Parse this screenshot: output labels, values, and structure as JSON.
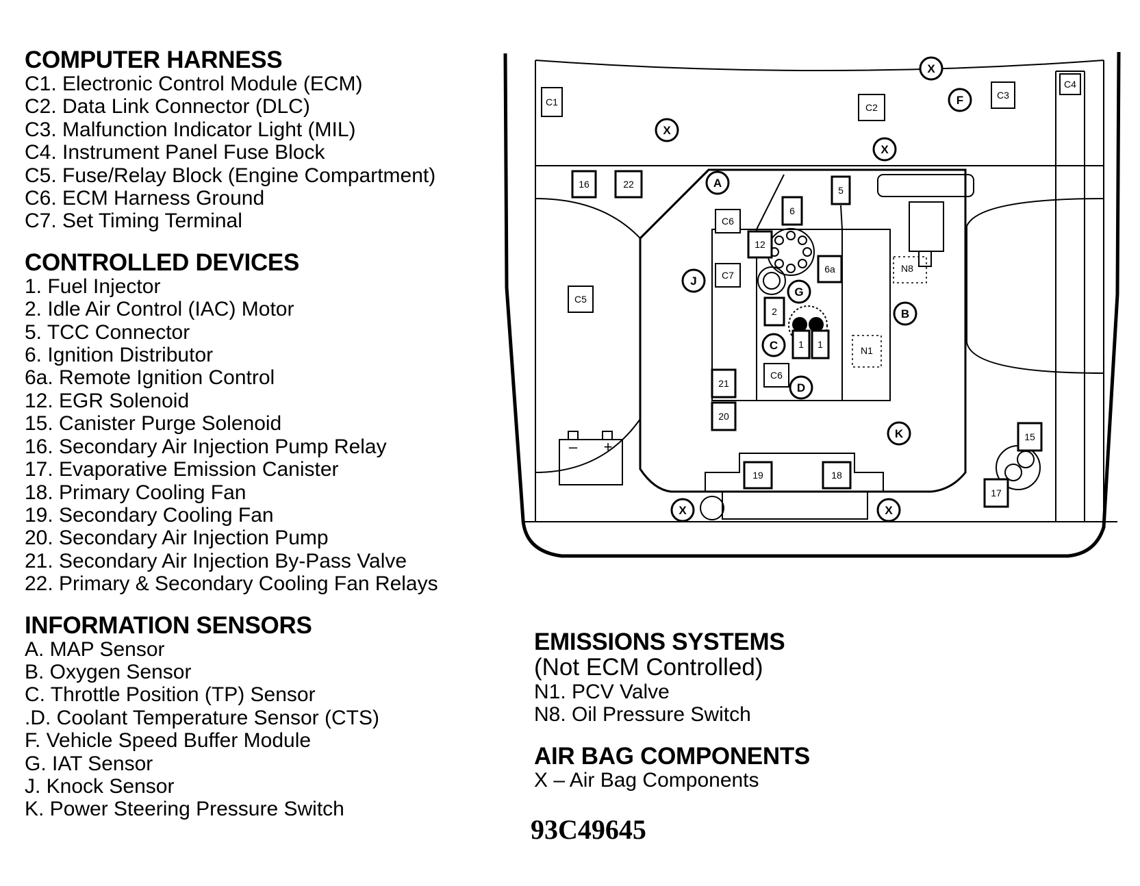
{
  "left_legend": [
    {
      "title": "COMPUTER HARNESS",
      "items": [
        {
          "code": "C1.",
          "text": "Electronic Control Module (ECM)"
        },
        {
          "code": "C2.",
          "text": "Data Link Connector (DLC)"
        },
        {
          "code": "C3.",
          "text": "Malfunction Indicator Light (MIL)"
        },
        {
          "code": "C4.",
          "text": "Instrument Panel Fuse Block"
        },
        {
          "code": "C5.",
          "text": "Fuse/Relay Block (Engine Compartment)"
        },
        {
          "code": "C6.",
          "text": "ECM Harness Ground"
        },
        {
          "code": "C7.",
          "text": "Set Timing Terminal"
        }
      ]
    },
    {
      "title": "CONTROLLED DEVICES",
      "items": [
        {
          "code": "1.",
          "text": "Fuel Injector"
        },
        {
          "code": "2.",
          "text": "Idle Air Control (IAC) Motor"
        },
        {
          "code": "5.",
          "text": "TCC Connector"
        },
        {
          "code": "6.",
          "text": "Ignition Distributor"
        },
        {
          "code": "6a.",
          "text": "Remote Ignition Control"
        },
        {
          "code": "12.",
          "text": "EGR Solenoid"
        },
        {
          "code": "15.",
          "text": "Canister Purge Solenoid"
        },
        {
          "code": "16.",
          "text": "Secondary Air Injection Pump Relay"
        },
        {
          "code": "17.",
          "text": "Evaporative Emission Canister"
        },
        {
          "code": "18.",
          "text": "Primary Cooling Fan"
        },
        {
          "code": "19.",
          "text": "Secondary Cooling Fan"
        },
        {
          "code": "20.",
          "text": "Secondary Air Injection Pump"
        },
        {
          "code": "21.",
          "text": "Secondary Air Injection By-Pass Valve"
        },
        {
          "code": "22.",
          "text": "Primary & Secondary Cooling Fan Relays"
        }
      ]
    },
    {
      "title": "INFORMATION SENSORS",
      "items": [
        {
          "code": "A.",
          "text": "MAP Sensor"
        },
        {
          "code": "B.",
          "text": "Oxygen Sensor"
        },
        {
          "code": "C.",
          "text": "Throttle Position (TP) Sensor"
        },
        {
          "code": ".D.",
          "text": "Coolant Temperature Sensor (CTS)"
        },
        {
          "code": "F.",
          "text": "Vehicle Speed Buffer Module"
        },
        {
          "code": "G.",
          "text": "IAT Sensor"
        },
        {
          "code": "J.",
          "text": "Knock Sensor"
        },
        {
          "code": "K.",
          "text": "Power Steering Pressure Switch"
        }
      ]
    }
  ],
  "right_legend": [
    {
      "title": "EMISSIONS SYSTEMS",
      "subtitle": "(Not ECM Controlled)",
      "items": [
        {
          "code": "N1.",
          "text": "PCV Valve"
        },
        {
          "code": "N8.",
          "text": "Oil Pressure Switch"
        }
      ]
    },
    {
      "title": "AIR BAG COMPONENTS",
      "items": [
        {
          "code": "X",
          "text": "–  Air Bag Components"
        }
      ]
    }
  ],
  "doc_id": "93C49645",
  "diagram_labels": {
    "boxes": [
      "C1",
      "C2",
      "C3",
      "C4",
      "C5",
      "C6",
      "C6",
      "C7",
      "16",
      "22",
      "5",
      "6",
      "12",
      "6a",
      "2",
      "1",
      "1",
      "21",
      "20",
      "19",
      "18",
      "15",
      "17",
      "N8",
      "N1"
    ],
    "circles": [
      "X",
      "X",
      "X",
      "X",
      "X",
      "F",
      "A",
      "J",
      "G",
      "B",
      "C",
      "D",
      "K"
    ],
    "battery": [
      "–",
      "+"
    ]
  }
}
